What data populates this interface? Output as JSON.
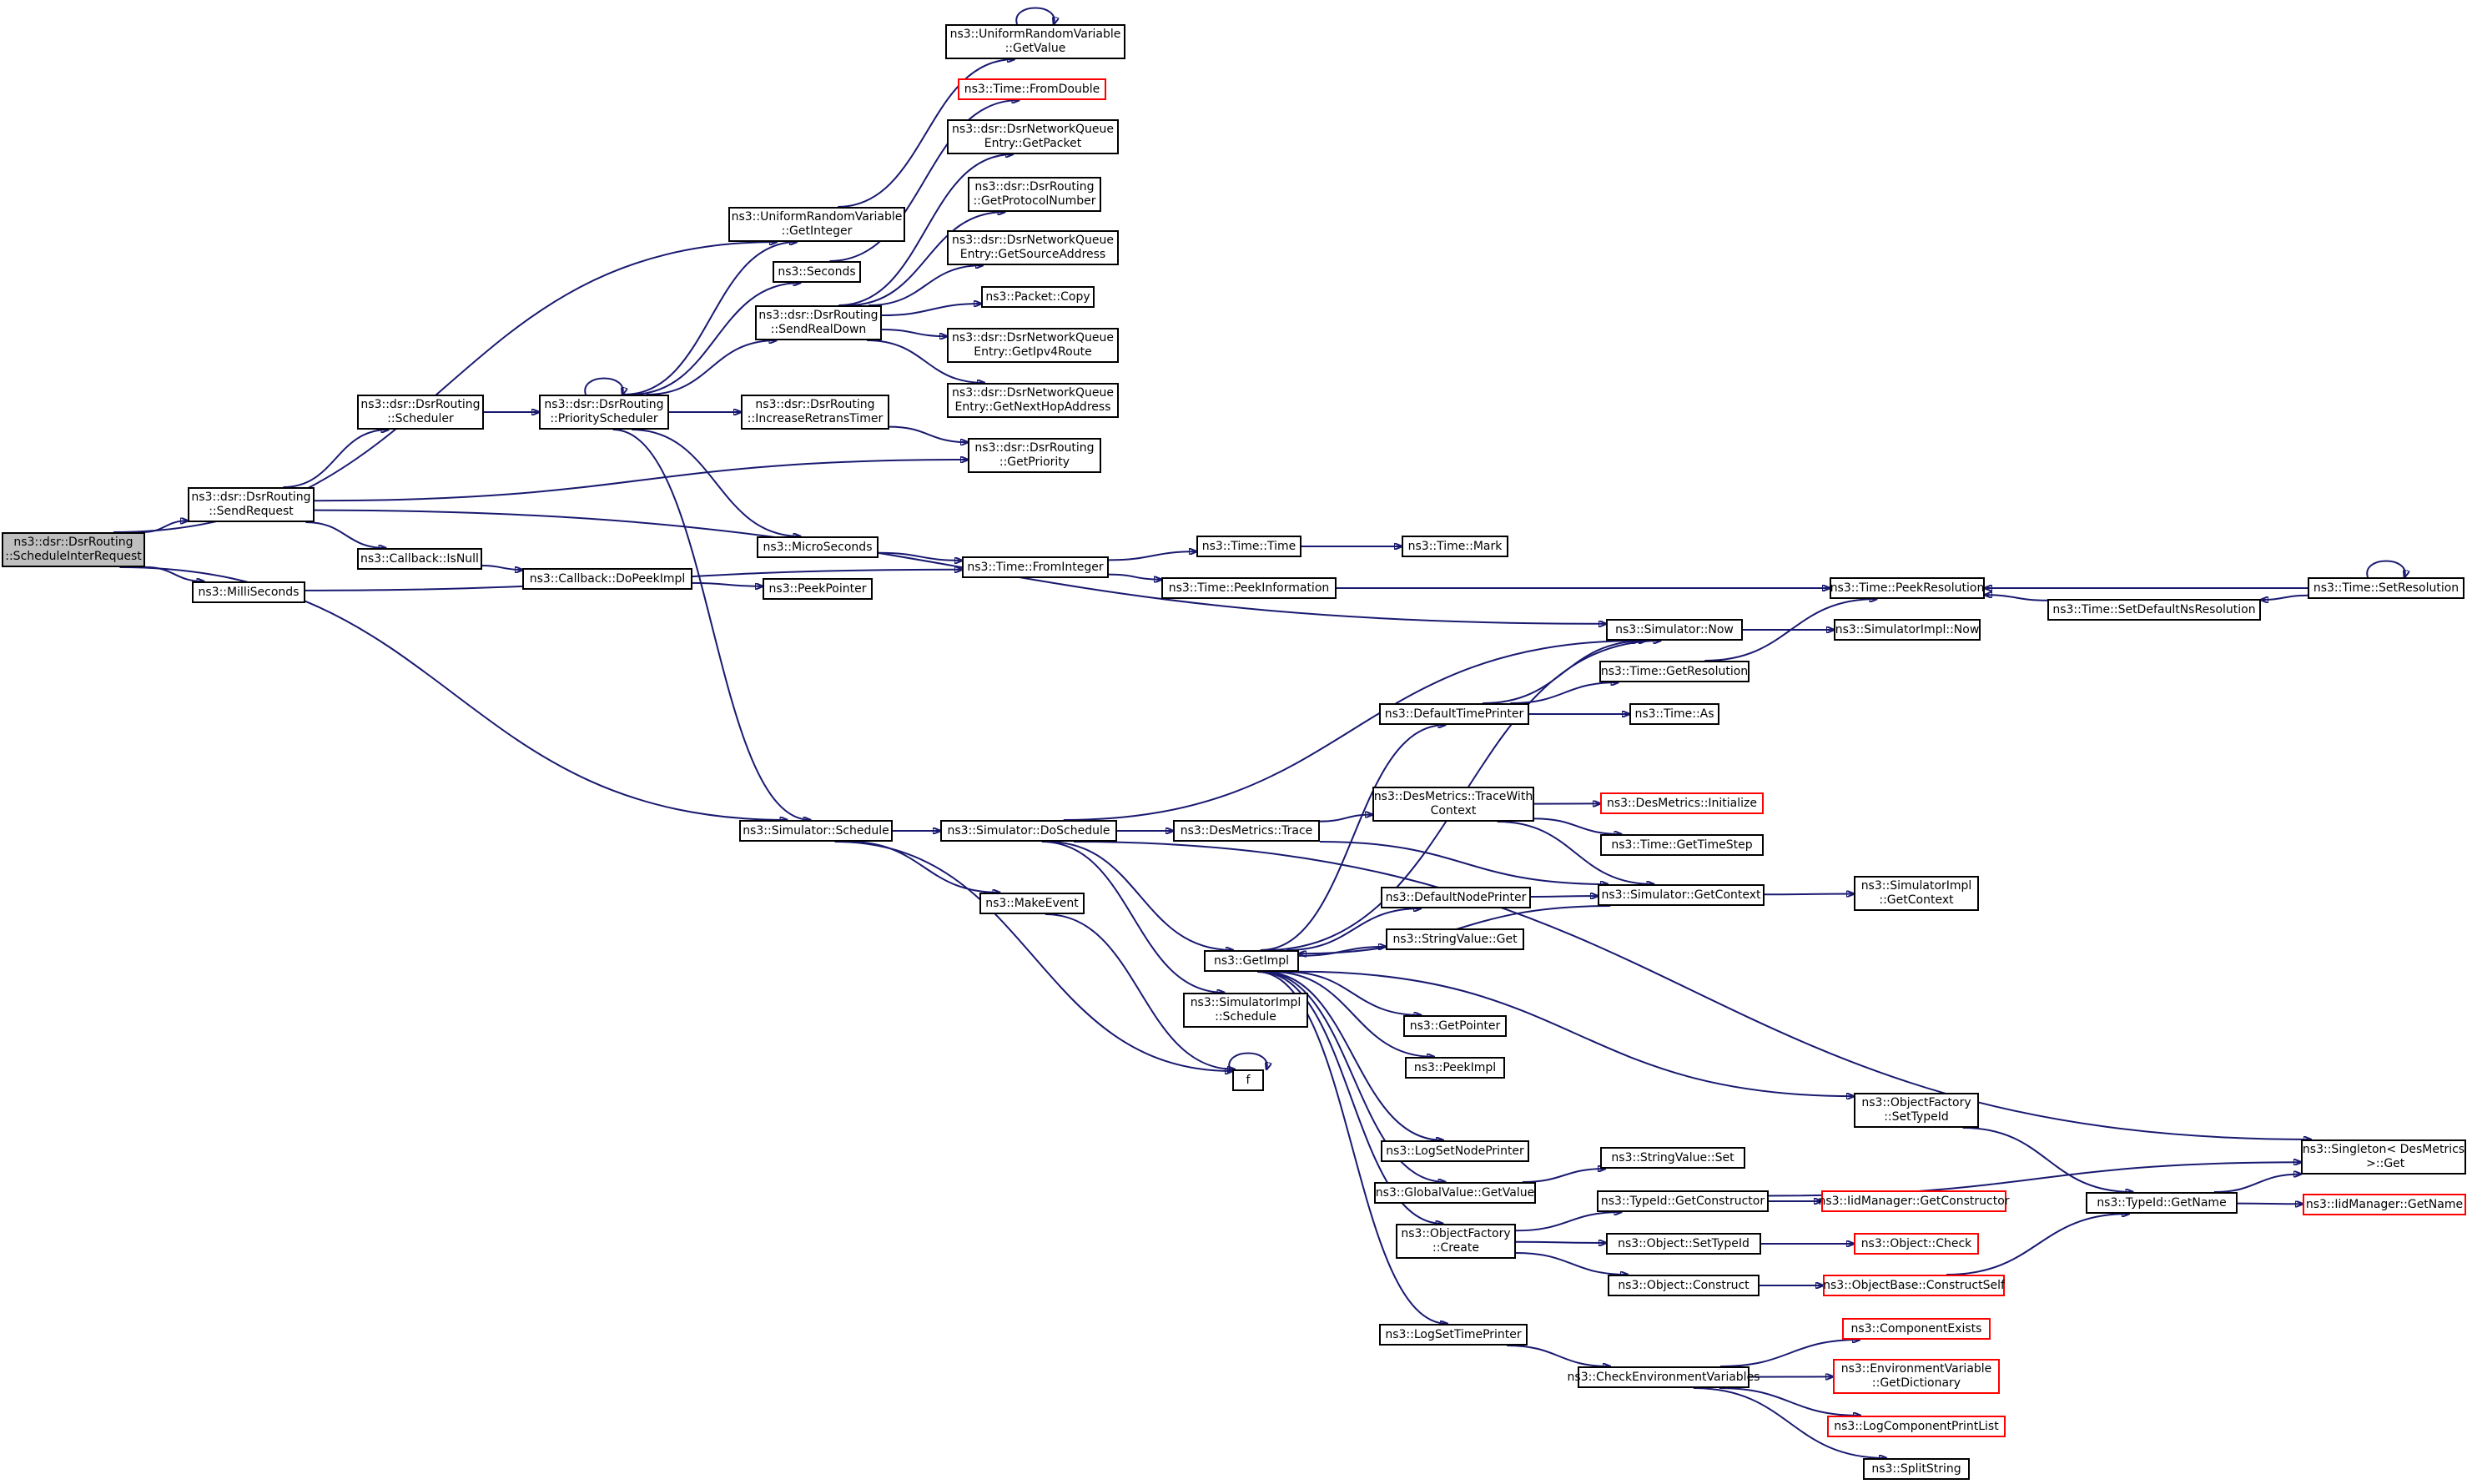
{
  "nodes": {
    "root": "ns3::dsr::DsrRouting\n::ScheduleInterRequest",
    "sendRequest": "ns3::dsr::DsrRouting\n::SendRequest",
    "milliSeconds": "ns3::MilliSeconds",
    "scheduler": "ns3::dsr::DsrRouting\n::Scheduler",
    "cbIsNull": "ns3::Callback::IsNull",
    "cbDoPeekImpl": "ns3::Callback::DoPeekImpl",
    "peekPointer": "ns3::PeekPointer",
    "uGetInteger": "ns3::UniformRandomVariable\n::GetInteger",
    "uGetValue": "ns3::UniformRandomVariable\n::GetValue",
    "seconds": "ns3::Seconds",
    "prioSched": "ns3::dsr::DsrRouting\n::PriorityScheduler",
    "sendRealDown": "ns3::dsr::DsrRouting\n::SendRealDown",
    "incRetrans": "ns3::dsr::DsrRouting\n::IncreaseRetransTimer",
    "microSeconds": "ns3::MicroSeconds",
    "fromDouble": "ns3::Time::FromDouble",
    "nqGetPacket": "ns3::dsr::DsrNetworkQueue\nEntry::GetPacket",
    "getProtoNum": "ns3::dsr::DsrRouting\n::GetProtocolNumber",
    "nqGetSrcAddr": "ns3::dsr::DsrNetworkQueue\nEntry::GetSourceAddress",
    "packetCopy": "ns3::Packet::Copy",
    "nqGetIpv4Route": "ns3::dsr::DsrNetworkQueue\nEntry::GetIpv4Route",
    "nqGetNextHop": "ns3::dsr::DsrNetworkQueue\nEntry::GetNextHopAddress",
    "getPriority": "ns3::dsr::DsrRouting\n::GetPriority",
    "fromInteger": "ns3::Time::FromInteger",
    "timeTime": "ns3::Time::Time",
    "timeMark": "ns3::Time::Mark",
    "peekInfo": "ns3::Time::PeekInformation",
    "peekRes": "ns3::Time::PeekResolution",
    "setDefNsRes": "ns3::Time::SetDefaultNsResolution",
    "setRes": "ns3::Time::SetResolution",
    "simNow": "ns3::Simulator::Now",
    "simImplNow": "ns3::SimulatorImpl::Now",
    "getResolution": "ns3::Time::GetResolution",
    "defTimePrinter": "ns3::DefaultTimePrinter",
    "timeAs": "ns3::Time::As",
    "simSchedule": "ns3::Simulator::Schedule",
    "simDoSchedule": "ns3::Simulator::DoSchedule",
    "desTrace": "ns3::DesMetrics::Trace",
    "desTraceWith": "ns3::DesMetrics::TraceWith\nContext",
    "desInit": "ns3::DesMetrics::Initialize",
    "getTimeStep": "ns3::Time::GetTimeStep",
    "makeEvent": "ns3::MakeEvent",
    "getImpl": "ns3::GetImpl",
    "defNodePrinter": "ns3::DefaultNodePrinter",
    "simGetContext": "ns3::Simulator::GetContext",
    "simImplGetContext": "ns3::SimulatorImpl\n::GetContext",
    "strValGet": "ns3::StringValue::Get",
    "simImplSchedule": "ns3::SimulatorImpl\n::Schedule",
    "f": "f",
    "getPointer": "ns3::GetPointer",
    "peekImpl": "ns3::PeekImpl",
    "ofSetTypeId": "ns3::ObjectFactory\n::SetTypeId",
    "singletonGet": "ns3::Singleton< DesMetrics\n >::Get",
    "logSetNodePrinter": "ns3::LogSetNodePrinter",
    "strValSet": "ns3::StringValue::Set",
    "gvGetValue": "ns3::GlobalValue::GetValue",
    "typeIdGetCtor": "ns3::TypeId::GetConstructor",
    "iidGetCtor": "ns3::IidManager::GetConstructor",
    "typeIdGetName": "ns3::TypeId::GetName",
    "iidGetName": "ns3::IidManager::GetName",
    "ofCreate": "ns3::ObjectFactory\n::Create",
    "objSetTypeId": "ns3::Object::SetTypeId",
    "objCheck": "ns3::Object::Check",
    "objConstruct": "ns3::Object::Construct",
    "objBaseConstructSelf": "ns3::ObjectBase::ConstructSelf",
    "logSetTimePrinter": "ns3::LogSetTimePrinter",
    "checkEnvVars": "ns3::CheckEnvironmentVariables",
    "componentExists": "ns3::ComponentExists",
    "envVarGetDict": "ns3::EnvironmentVariable\n::GetDictionary",
    "logCompPrintList": "ns3::LogComponentPrintList",
    "splitString": "ns3::SplitString"
  },
  "colors": {
    "edge": "#191970",
    "node_border": "#000000",
    "undocumented_border": "#ff0000",
    "root_fill": "#bfbfbf"
  }
}
